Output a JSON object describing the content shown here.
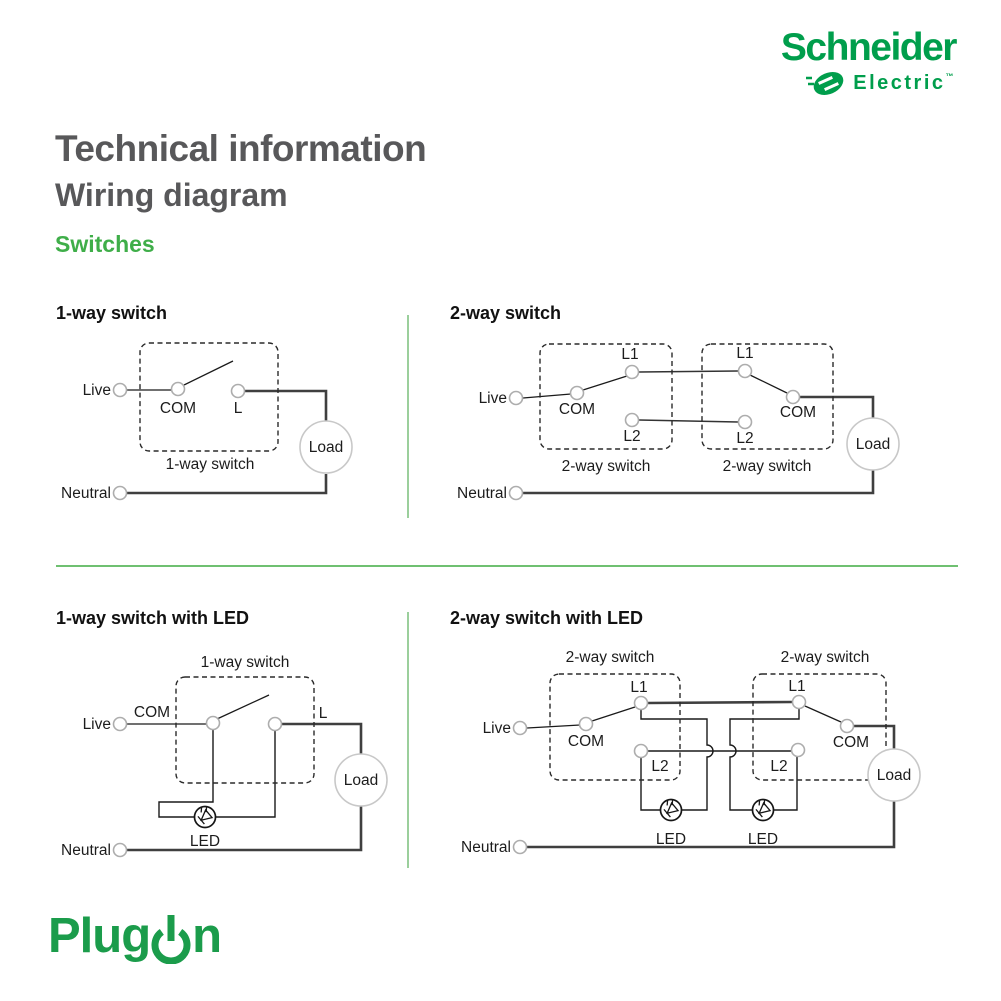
{
  "brand": {
    "name": "Schneider",
    "sub": "Electric",
    "tm": "™"
  },
  "header": {
    "title": "Technical information",
    "subtitle": "Wiring diagram",
    "category": "Switches"
  },
  "sections": {
    "d1_heading": "1-way switch",
    "d2_heading": "2-way switch",
    "d3_heading": "1-way switch with LED",
    "d4_heading": "2-way switch with LED"
  },
  "captions": {
    "one_way": "1-way switch",
    "two_way": "2-way switch"
  },
  "labels": {
    "live": "Live",
    "neutral": "Neutral",
    "com": "COM",
    "l": "L",
    "l1": "L1",
    "l2": "L2",
    "load": "Load",
    "led": "LED"
  },
  "footer": {
    "logo_pre": "Plug",
    "logo_post": "n"
  },
  "colors": {
    "brand_green": "#009E4C",
    "category_green": "#3FAE49",
    "plugon_green": "#1B9C4B",
    "divider_green": "#9BCF9C",
    "title_gray": "#58585A",
    "wire_dark": "#3F3F3F",
    "wire_black": "#1a1a1a",
    "terminal_gray": "#ADADAD",
    "load_gray": "#C8C8C8"
  }
}
